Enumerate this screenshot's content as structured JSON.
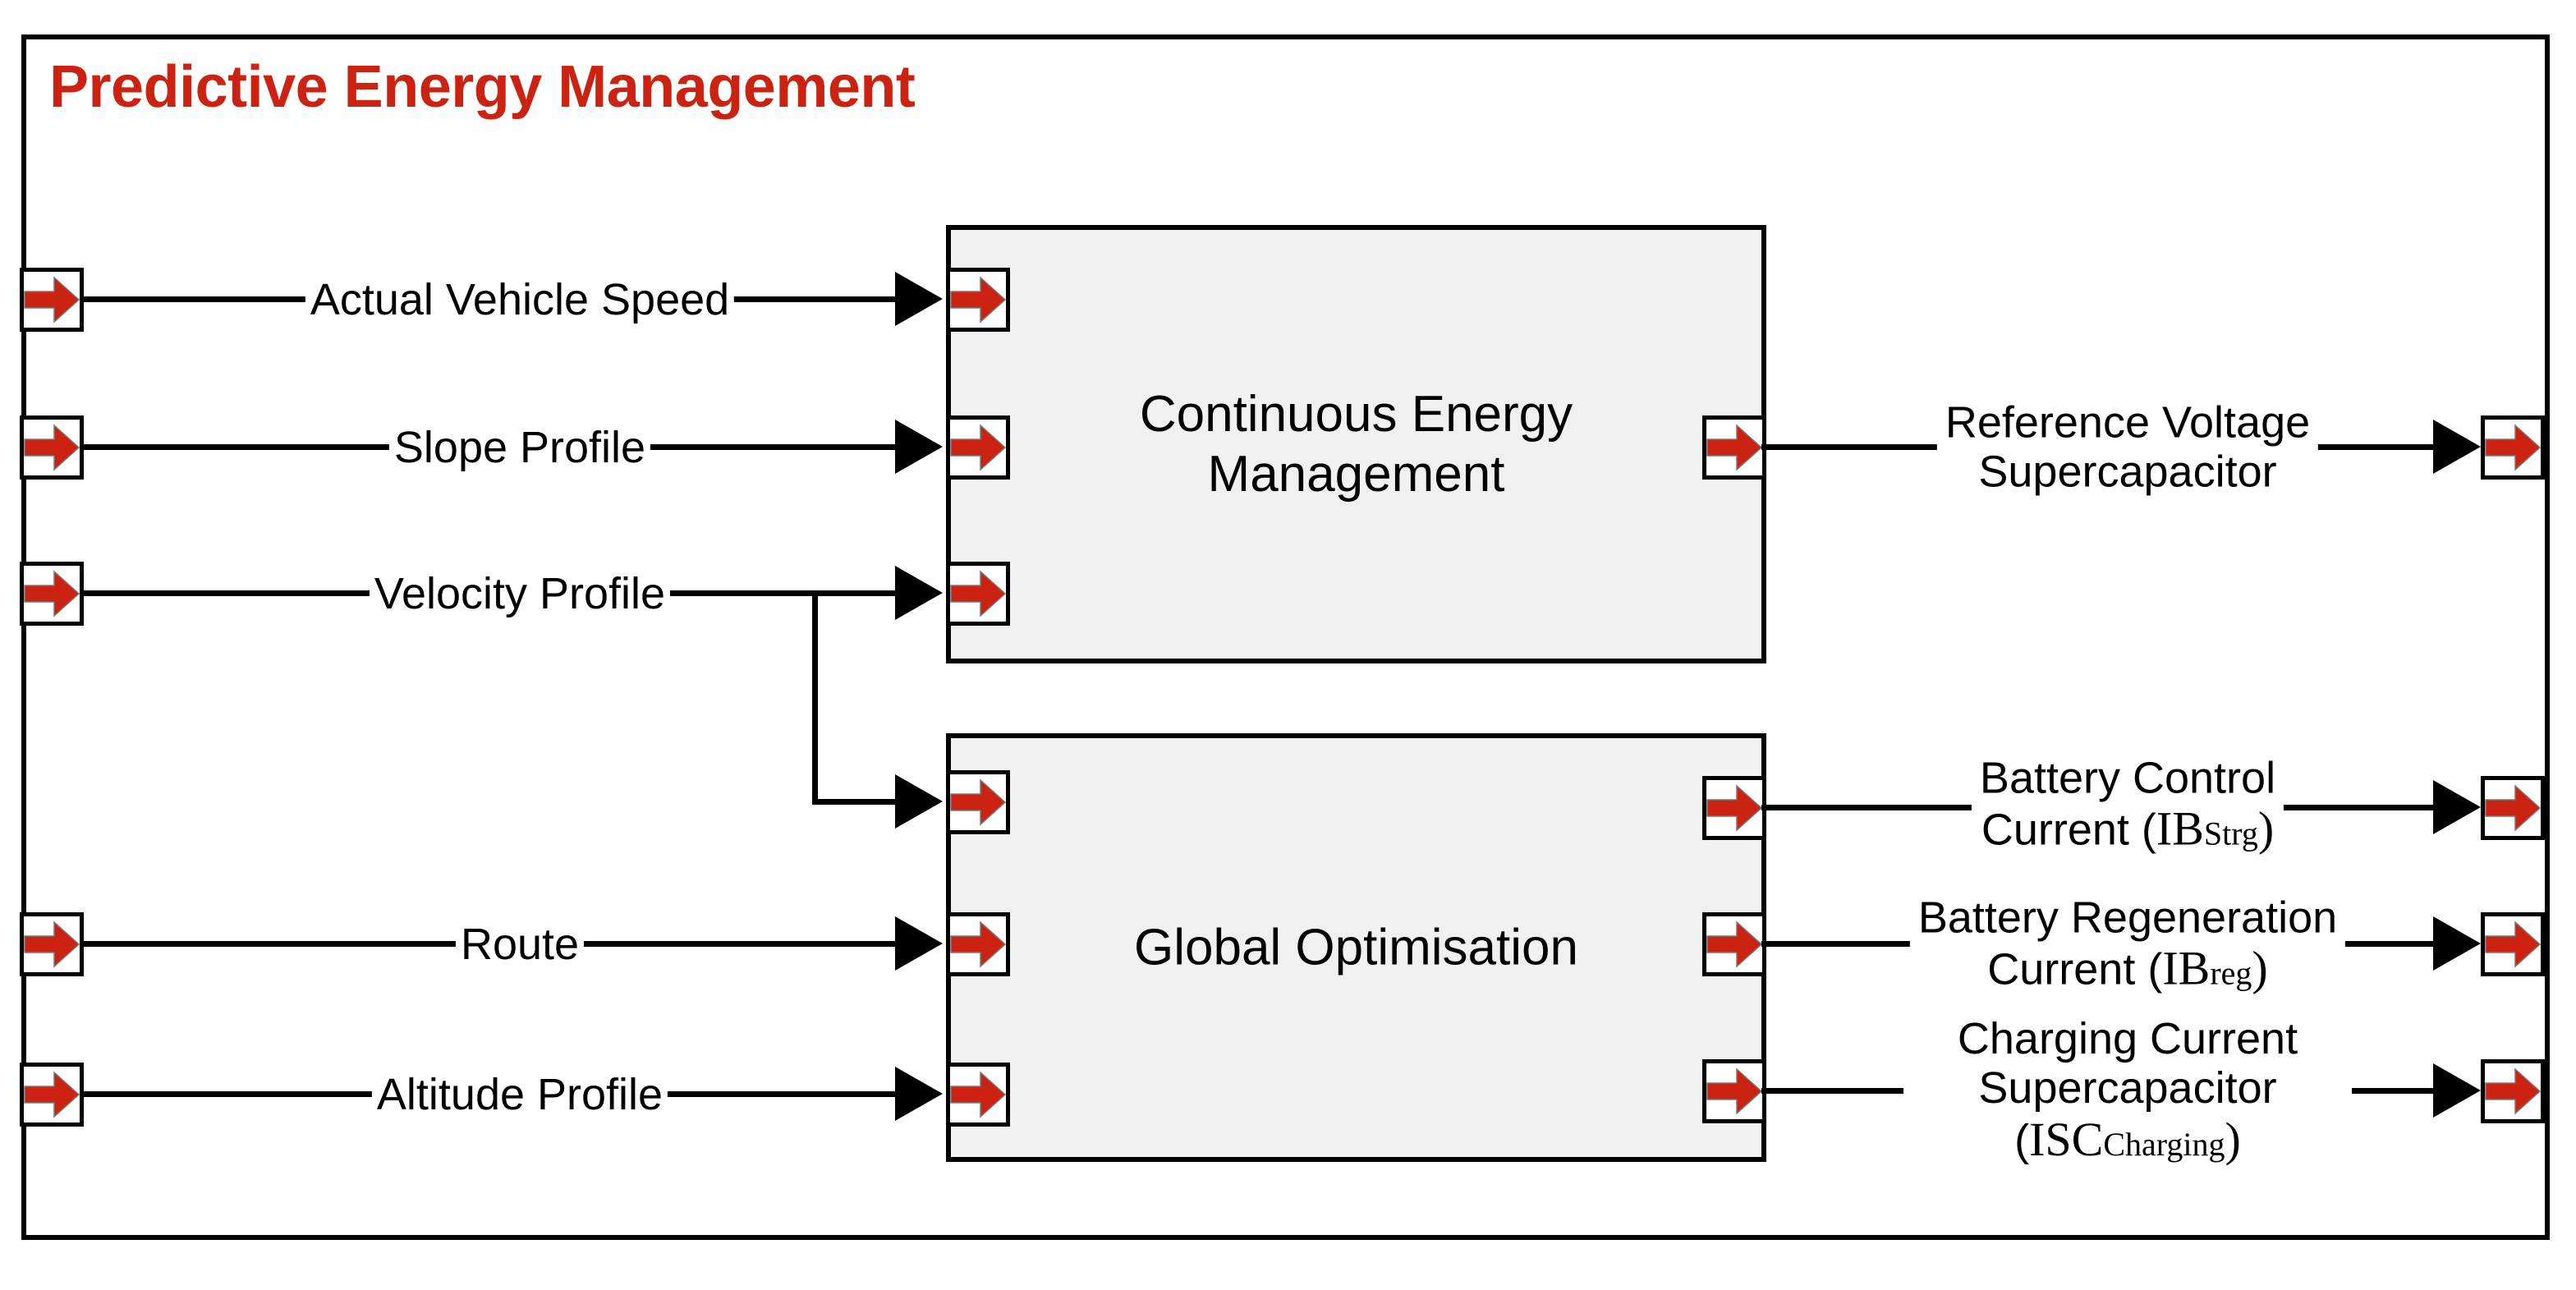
{
  "diagram": {
    "title": "Predictive Energy Management",
    "title_color": "#CC2211",
    "block_fill": "#F0F0F0",
    "port_arrow_color": "#CC2211",
    "blocks": [
      {
        "id": "continuous-energy-management",
        "label": "Continuous Energy\nManagement"
      },
      {
        "id": "global-optimisation",
        "label": "Global Optimisation"
      }
    ],
    "inputs": [
      {
        "id": "actual-vehicle-speed",
        "label": "Actual Vehicle Speed"
      },
      {
        "id": "slope-profile",
        "label": "Slope Profile"
      },
      {
        "id": "velocity-profile",
        "label": "Velocity Profile"
      },
      {
        "id": "route",
        "label": "Route"
      },
      {
        "id": "altitude-profile",
        "label": "Altitude Profile"
      }
    ],
    "outputs": [
      {
        "id": "reference-voltage-supercapacitor",
        "line1": "Reference Voltage",
        "line2": "Supercapacitor",
        "symbol": "",
        "symbol_sub": "",
        "symbol_prefix": "",
        "symbol_suffix": ""
      },
      {
        "id": "battery-control-current",
        "line1": "Battery Control",
        "line2": "Current (",
        "symbol": "IB",
        "symbol_sub": "Strg",
        "symbol_prefix": "Current (",
        "symbol_suffix": ")"
      },
      {
        "id": "battery-regeneration-current",
        "line1": "Battery Regeneration",
        "line2": "Current (",
        "symbol": "IB",
        "symbol_sub": "reg",
        "symbol_prefix": "Current (",
        "symbol_suffix": ")"
      },
      {
        "id": "charging-current-supercapacitor",
        "line1": "Charging Current",
        "line2": "Supercapacitor (",
        "symbol": "ISC",
        "symbol_sub": "Charging",
        "symbol_prefix": "Supercapacitor (",
        "symbol_suffix": ")"
      }
    ],
    "port_icon_name": "red-block-arrow-icon"
  }
}
